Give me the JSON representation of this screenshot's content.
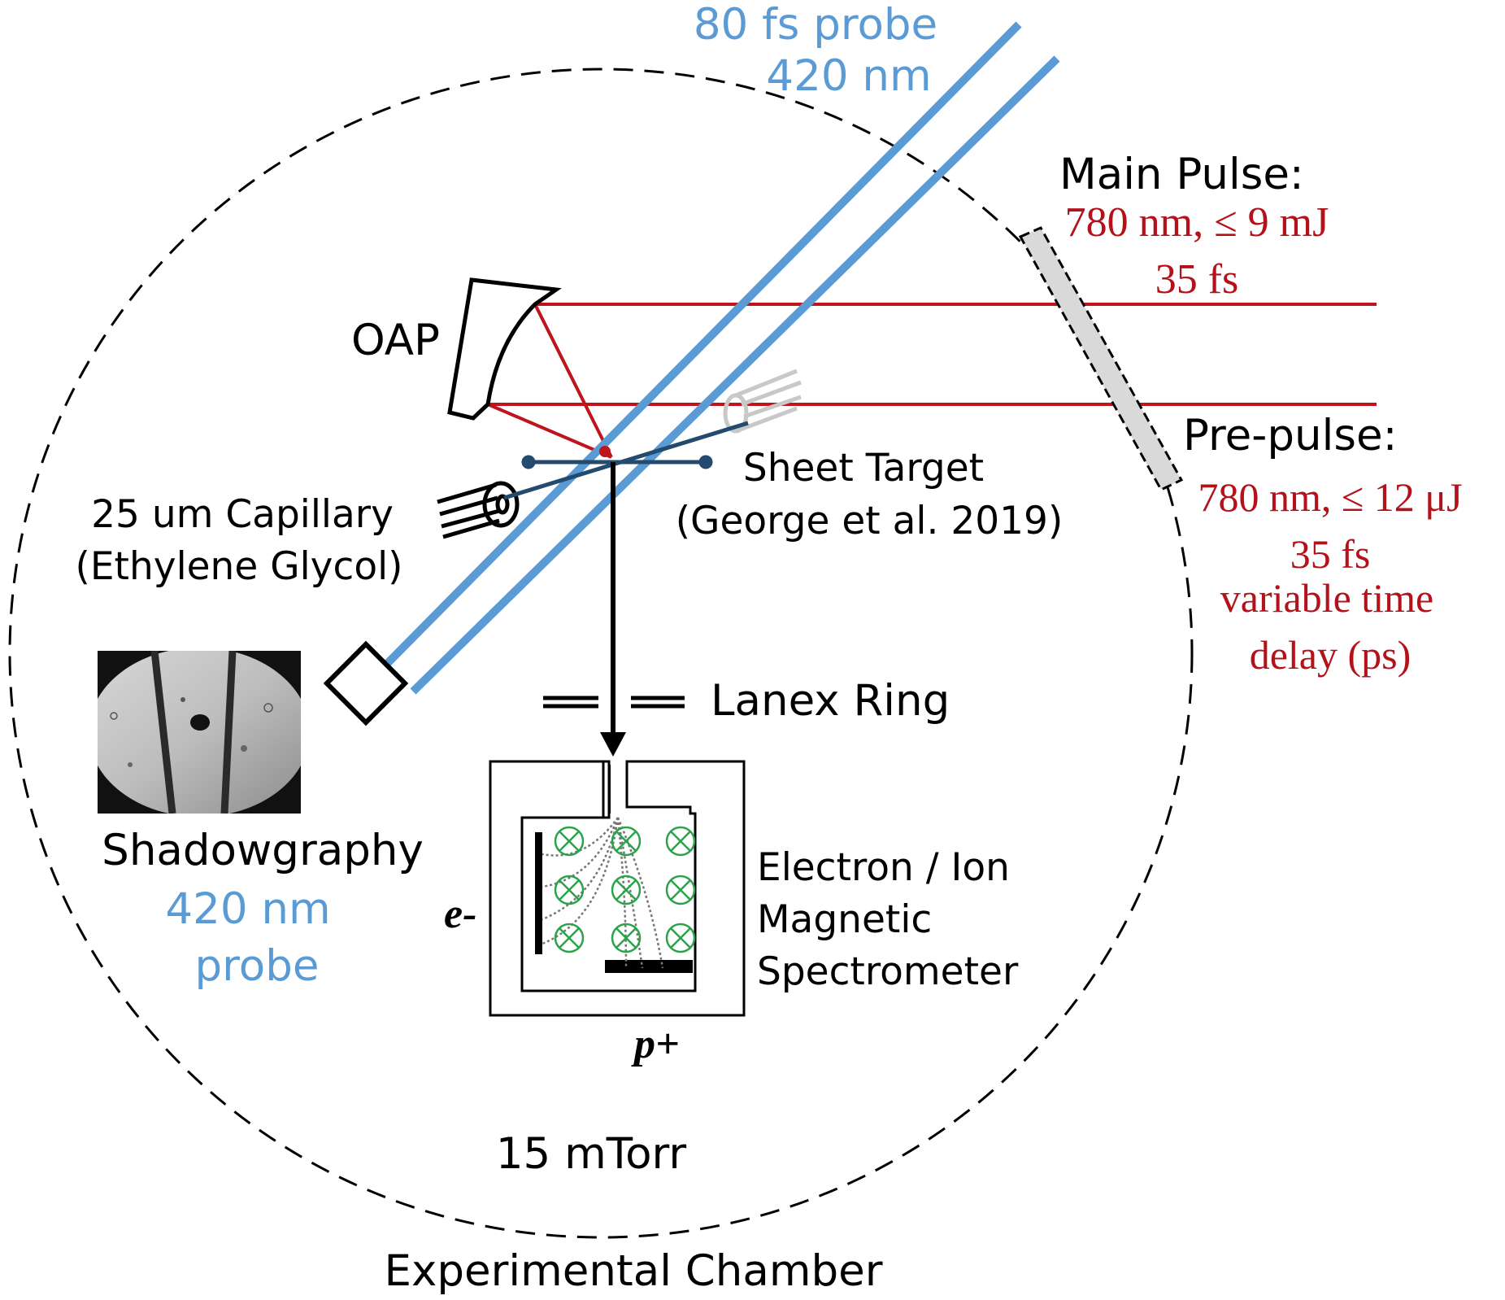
{
  "colors": {
    "probe": "#5b9bd5",
    "laser": "#c0141c",
    "dark_blue": "#244a6e",
    "detector_green": "#2aa34a",
    "text": "#000000"
  },
  "probe_beam": {
    "duration": "80 fs probe",
    "wavelength": "420 nm"
  },
  "main_pulse": {
    "title": "Main Pulse:",
    "spec": "780 nm, ≤ 9 mJ",
    "duration": "35 fs"
  },
  "pre_pulse": {
    "title": "Pre-pulse:",
    "spec": "780 nm, ≤ 12 μJ",
    "duration": "35 fs",
    "delay_line1": "variable time",
    "delay_line2": "delay (ps)"
  },
  "oap": {
    "label": "OAP"
  },
  "capillary": {
    "line1": "25 um Capillary",
    "line2": "(Ethylene Glycol)"
  },
  "sheet_target": {
    "line1": "Sheet Target",
    "line2": "(George et al. 2019)"
  },
  "lanex": {
    "label": "Lanex Ring"
  },
  "spectrometer": {
    "line1": "Electron / Ion",
    "line2": "Magnetic",
    "line3": "Spectrometer",
    "electron_label": "e-",
    "proton_label": "p+"
  },
  "shadowgraphy": {
    "title": "Shadowgraphy",
    "line2": "420 nm",
    "line3": "probe"
  },
  "pressure": "15 mTorr",
  "chamber_label": "Experimental Chamber"
}
